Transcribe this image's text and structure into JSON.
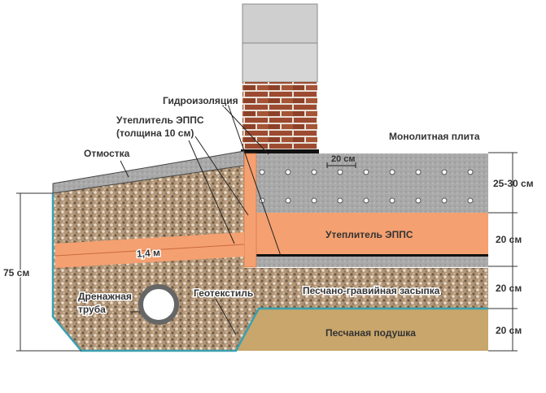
{
  "labels": {
    "waterproofing": "Гидроизоляция",
    "insulation_side": "Утеплитель ЭППС",
    "insulation_side_thickness": "(толщина 10 см)",
    "blind_area": "Отмостка",
    "slab": "Монолитная плита",
    "rebar_spacing": "20 см",
    "insulation_main": "Утеплитель ЭППС",
    "insulation_width": "1,4 м",
    "depth_total": "75 см",
    "drain_pipe_line1": "Дренажная",
    "drain_pipe_line2": "труба",
    "geotextile": "Геотекстиль",
    "gravel_fill": "Песчано-гравийная засыпка",
    "sand_cushion": "Песчаная подушка"
  },
  "dimensions": [
    "25-30 см",
    "20 см",
    "20 см",
    "20 см"
  ],
  "colors": {
    "insulation": "#f5a070",
    "concrete": "#b8b8b8",
    "sand": "#c9a66b",
    "gravel": "#b89a78",
    "brick": "#9c4a30",
    "geotextile": "#3aa0b0"
  }
}
